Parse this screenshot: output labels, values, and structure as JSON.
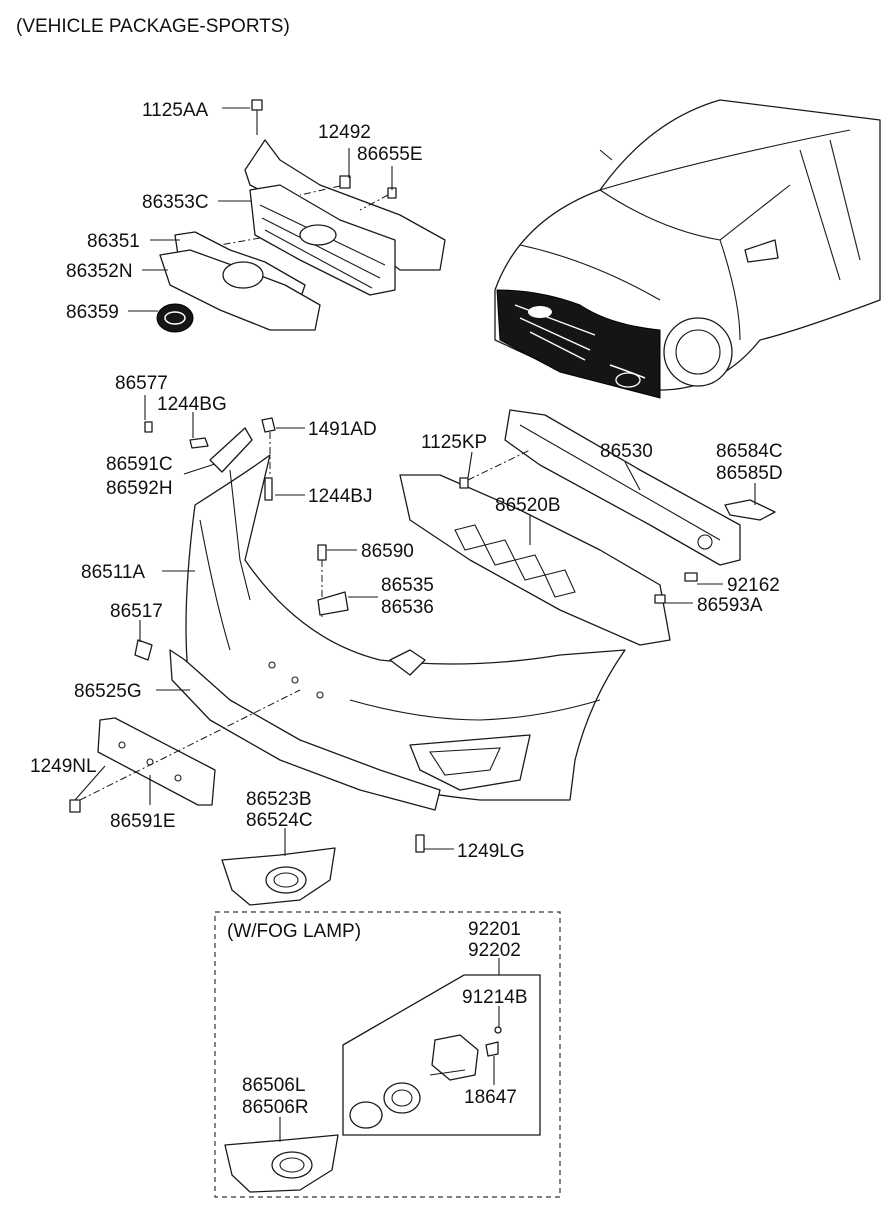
{
  "header": {
    "title": "(VEHICLE PACKAGE-SPORTS)"
  },
  "fog_box": {
    "title": "(W/FOG LAMP)"
  },
  "part_labels": {
    "p1125AA": "1125AA",
    "p12492": "12492",
    "p86655E": "86655E",
    "p86353C": "86353C",
    "p86351": "86351",
    "p86352N": "86352N",
    "p86359": "86359",
    "p86577": "86577",
    "p1244BG": "1244BG",
    "p1491AD": "1491AD",
    "p86591C": "86591C",
    "p86592H": "86592H",
    "p1244BJ": "1244BJ",
    "p1125KP": "1125KP",
    "p86530": "86530",
    "p86584C": "86584C",
    "p86585D": "86585D",
    "p86520B": "86520B",
    "p86590": "86590",
    "p86511A": "86511A",
    "p86535": "86535",
    "p86536": "86536",
    "p92162": "92162",
    "p86593A": "86593A",
    "p86517": "86517",
    "p86525G": "86525G",
    "p1249NL": "1249NL",
    "p86591E": "86591E",
    "p86523B": "86523B",
    "p86524C": "86524C",
    "p1249LG": "1249LG",
    "p92201": "92201",
    "p92202": "92202",
    "p91214B": "91214B",
    "p18647": "18647",
    "p86506L": "86506L",
    "p86506R": "86506R"
  }
}
